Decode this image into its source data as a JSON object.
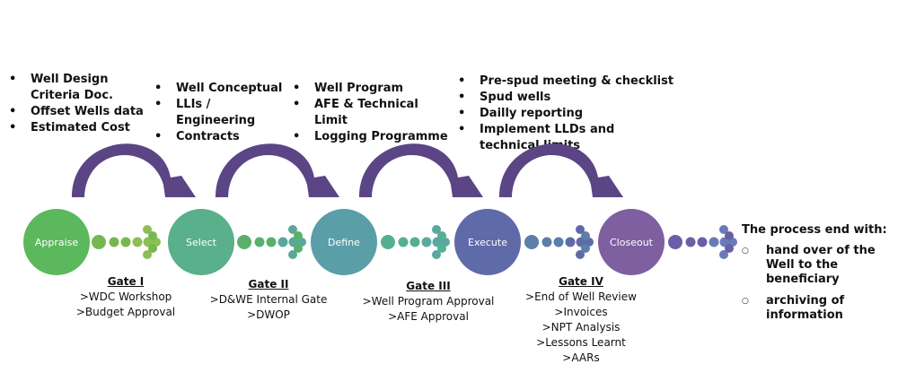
{
  "top_lists": [
    {
      "name": "appraise",
      "items": [
        "Well Design Criteria Doc.",
        "Offset Wells data",
        "Estimated Cost"
      ]
    },
    {
      "name": "select",
      "items": [
        "Well Conceptual",
        "LLIs / Engineering",
        "Contracts"
      ]
    },
    {
      "name": "define",
      "items": [
        "Well Program",
        "AFE & Technical Limit",
        "Logging Programme"
      ]
    },
    {
      "name": "execute",
      "items": [
        "Pre-spud meeting & checklist",
        "Spud wells",
        "Dailly reporting",
        "Implement LLDs and technical limits"
      ]
    }
  ],
  "stages": [
    {
      "label": "Appraise",
      "color": "#5cb85c"
    },
    {
      "label": "Select",
      "color": "#5ab08a"
    },
    {
      "label": "Define",
      "color": "#5a9ea8"
    },
    {
      "label": "Execute",
      "color": "#5f6aa8"
    },
    {
      "label": "Closeout",
      "color": "#7e5fa0"
    }
  ],
  "connectors": [
    {
      "from": "#76b84f",
      "to": "#8cbf52"
    },
    {
      "from": "#5ab06a",
      "to": "#5aa89a"
    },
    {
      "from": "#55b092",
      "to": "#5aa8a0"
    },
    {
      "from": "#5b7eaa",
      "to": "#5f6aa8"
    },
    {
      "from": "#6a5fa6",
      "to": "#6a7ab8"
    }
  ],
  "arc_color": "#5b4585",
  "gates": [
    {
      "title": "Gate I",
      "items": [
        ">WDC Workshop",
        ">Budget Approval"
      ]
    },
    {
      "title": "Gate II",
      "items": [
        ">D&WE Internal Gate",
        ">DWOP"
      ]
    },
    {
      "title": "Gate III",
      "items": [
        ">Well Program Approval",
        ">AFE Approval"
      ]
    },
    {
      "title": "Gate IV",
      "items": [
        ">End of Well Review",
        ">Invoices",
        ">NPT Analysis",
        ">Lessons Learnt",
        ">AARs"
      ]
    }
  ],
  "end": {
    "heading": "The process end with:",
    "items": [
      "hand over of the Well to the beneficiary",
      "archiving of information"
    ]
  }
}
